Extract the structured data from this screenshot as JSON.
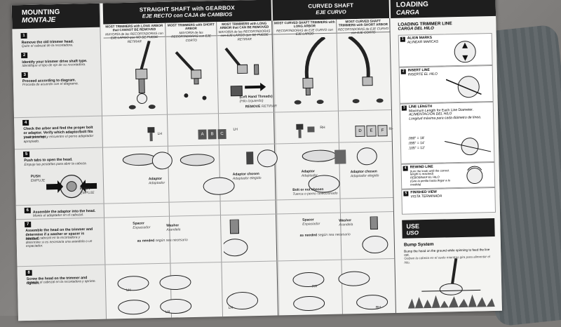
{
  "mounting": {
    "title": "MOUNTING",
    "title_es": "MONTAJE"
  },
  "straight": {
    "title": "STRAIGHT SHAFT with GEARBOX",
    "title_es": "EJE RECTO con CAJA de CAMBIOS"
  },
  "curved": {
    "title": "CURVED SHAFT",
    "title_es": "EJE CURVO"
  },
  "columns": [
    {
      "label": "MOST TRIMMERS with LONG ARBOR that CANNOT BE REMOVED",
      "label_es": "MAYORÍA de las RECORTADORAS con EJE LARGO que NO SE PUEDE RETIRAR"
    },
    {
      "label": "MOST TRIMMERS with SHORT ARBOR",
      "label_es": "MAYORÍA de las RECORTADORAS con EJE CORTO"
    },
    {
      "label": "MOST TRIMMERS with LONG ARBOR that CAN BE REMOVED",
      "label_es": "MAYORÍA de las RECORTADORAS con EJE LARGO que SE PUEDE RETIRAR"
    },
    {
      "label": "MOST CURVED SHAFT TRIMMERS with LONG ARBOR",
      "label_es": "RECORTADORAS de EJE CURVO con EJE LARGO"
    },
    {
      "label": "MOST CURVED SHAFT TRIMMERS with SHORT ARBOR",
      "label_es": "RECORTADORAS de EJE CURVO con EJE CORTO"
    }
  ],
  "steps": [
    {
      "num": "1",
      "text": "Remove the old trimmer head.",
      "text_es": "Quite el cabezal de la recortadora."
    },
    {
      "num": "2",
      "text": "Identify your trimmer drive shaft type.",
      "text_es": "Identifique el tipo de eje de su recortadora."
    },
    {
      "num": "3",
      "text": "Proceed according to diagram.",
      "text_es": "Proceda de acuerdo con el diagrama."
    },
    {
      "num": "4",
      "text": "Check the arbor and find the proper bolt or adaptor. Verify which adaptor/bolt fits your trimmer.",
      "text_es": "Verifique el eje y encuentre el perno adaptador apropiado."
    },
    {
      "num": "5",
      "text": "Push tabs to open the head.",
      "text_es": "Empuje las pestañas para abrir la cabeza."
    },
    {
      "num": "6",
      "text": "Assemble the adaptor into the head.",
      "text_es": "Monte el adaptador en el cabezal."
    },
    {
      "num": "7",
      "text": "Assemble the head on the trimmer and determine if a washer or spacer is needed.",
      "text_es": "Monte el cabezal en la recortadora y determine si es necesaria una arandela o un espaciador."
    },
    {
      "num": "8",
      "text": "Screw the head on the trimmer and tighten.",
      "text_es": "Atornille el cabezal en la recortadora y apriete."
    }
  ],
  "labels": {
    "push": "PUSH",
    "push_es": "EMPUJE",
    "lh": "LH",
    "rh": "RH",
    "left_thread": "(Left Hand Threads)",
    "left_thread_es": "(Hilo Izquierdo)",
    "remove": "REMOVE",
    "remove_es": "RETIRAR",
    "adaptor": "Adaptor",
    "adaptor_es": "Adaptador",
    "adaptor_chosen": "Adaptor chosen",
    "adaptor_chosen_es": "Adaptador elegido",
    "bolt_chosen": "Bolt or nut chosen",
    "bolt_chosen_es": "Tuerca o perno seleccionado",
    "spacer": "Spacer",
    "spacer_es": "Espaciador",
    "washer": "Washer",
    "washer_es": "Arandela",
    "as_needed": "as needed",
    "as_needed_es": "según sea necesario",
    "adaptor_letters_1": [
      "A",
      "B",
      "C"
    ],
    "adaptor_letters_2": [
      "D",
      "E",
      "F"
    ]
  },
  "loading": {
    "title": "LOADING",
    "title_es": "CARGA",
    "subtitle": "LOADING TRIMMER LINE",
    "subtitle_es": "CARGA DEL HILO",
    "steps": [
      {
        "num": "1",
        "text": "ALIGN MARKS",
        "text_es": "ALINEAR MARCAS"
      },
      {
        "num": "2",
        "text": "INSERT LINE",
        "text_es": "INSERTE EL HILO"
      },
      {
        "num": "3",
        "text": "LINE LENGTH",
        "detail": "Maximum Length for Each Line Diameter.",
        "text_es": "ALIMENTACIÓN DEL HILO",
        "detail_es": "Longitud máxima para cada diámetro de línea."
      },
      {
        "num": "4",
        "text": "REWIND LINE",
        "detail": "(turn the knob until the correct length is reached)",
        "text_es": "REBOBINAR EL HILO",
        "detail_es": "(Gire la perilla hasta llegar a la medida)"
      },
      {
        "num": "5",
        "text": "FINISHED VIEW",
        "text_es": "VISTA TERMINADA"
      }
    ],
    "line_sizes": [
      {
        "dia": ".080\"",
        "len": "= 18'"
      },
      {
        "dia": ".095\"",
        "len": "= 14'"
      },
      {
        "dia": ".105\"",
        "len": "= 12'"
      }
    ]
  },
  "use": {
    "title": "USE",
    "title_es": "USO",
    "system": "Bump System",
    "text": "Bump the head on the ground while spinning to feed the line out.",
    "text_es": "Golpee la cabeza en el suelo mientras gira para alimentar el hilo."
  },
  "colors": {
    "header": "#1e1e1e",
    "paper": "#f2f2f0",
    "floor": "#7c7a78",
    "mat": "#5f6467"
  }
}
